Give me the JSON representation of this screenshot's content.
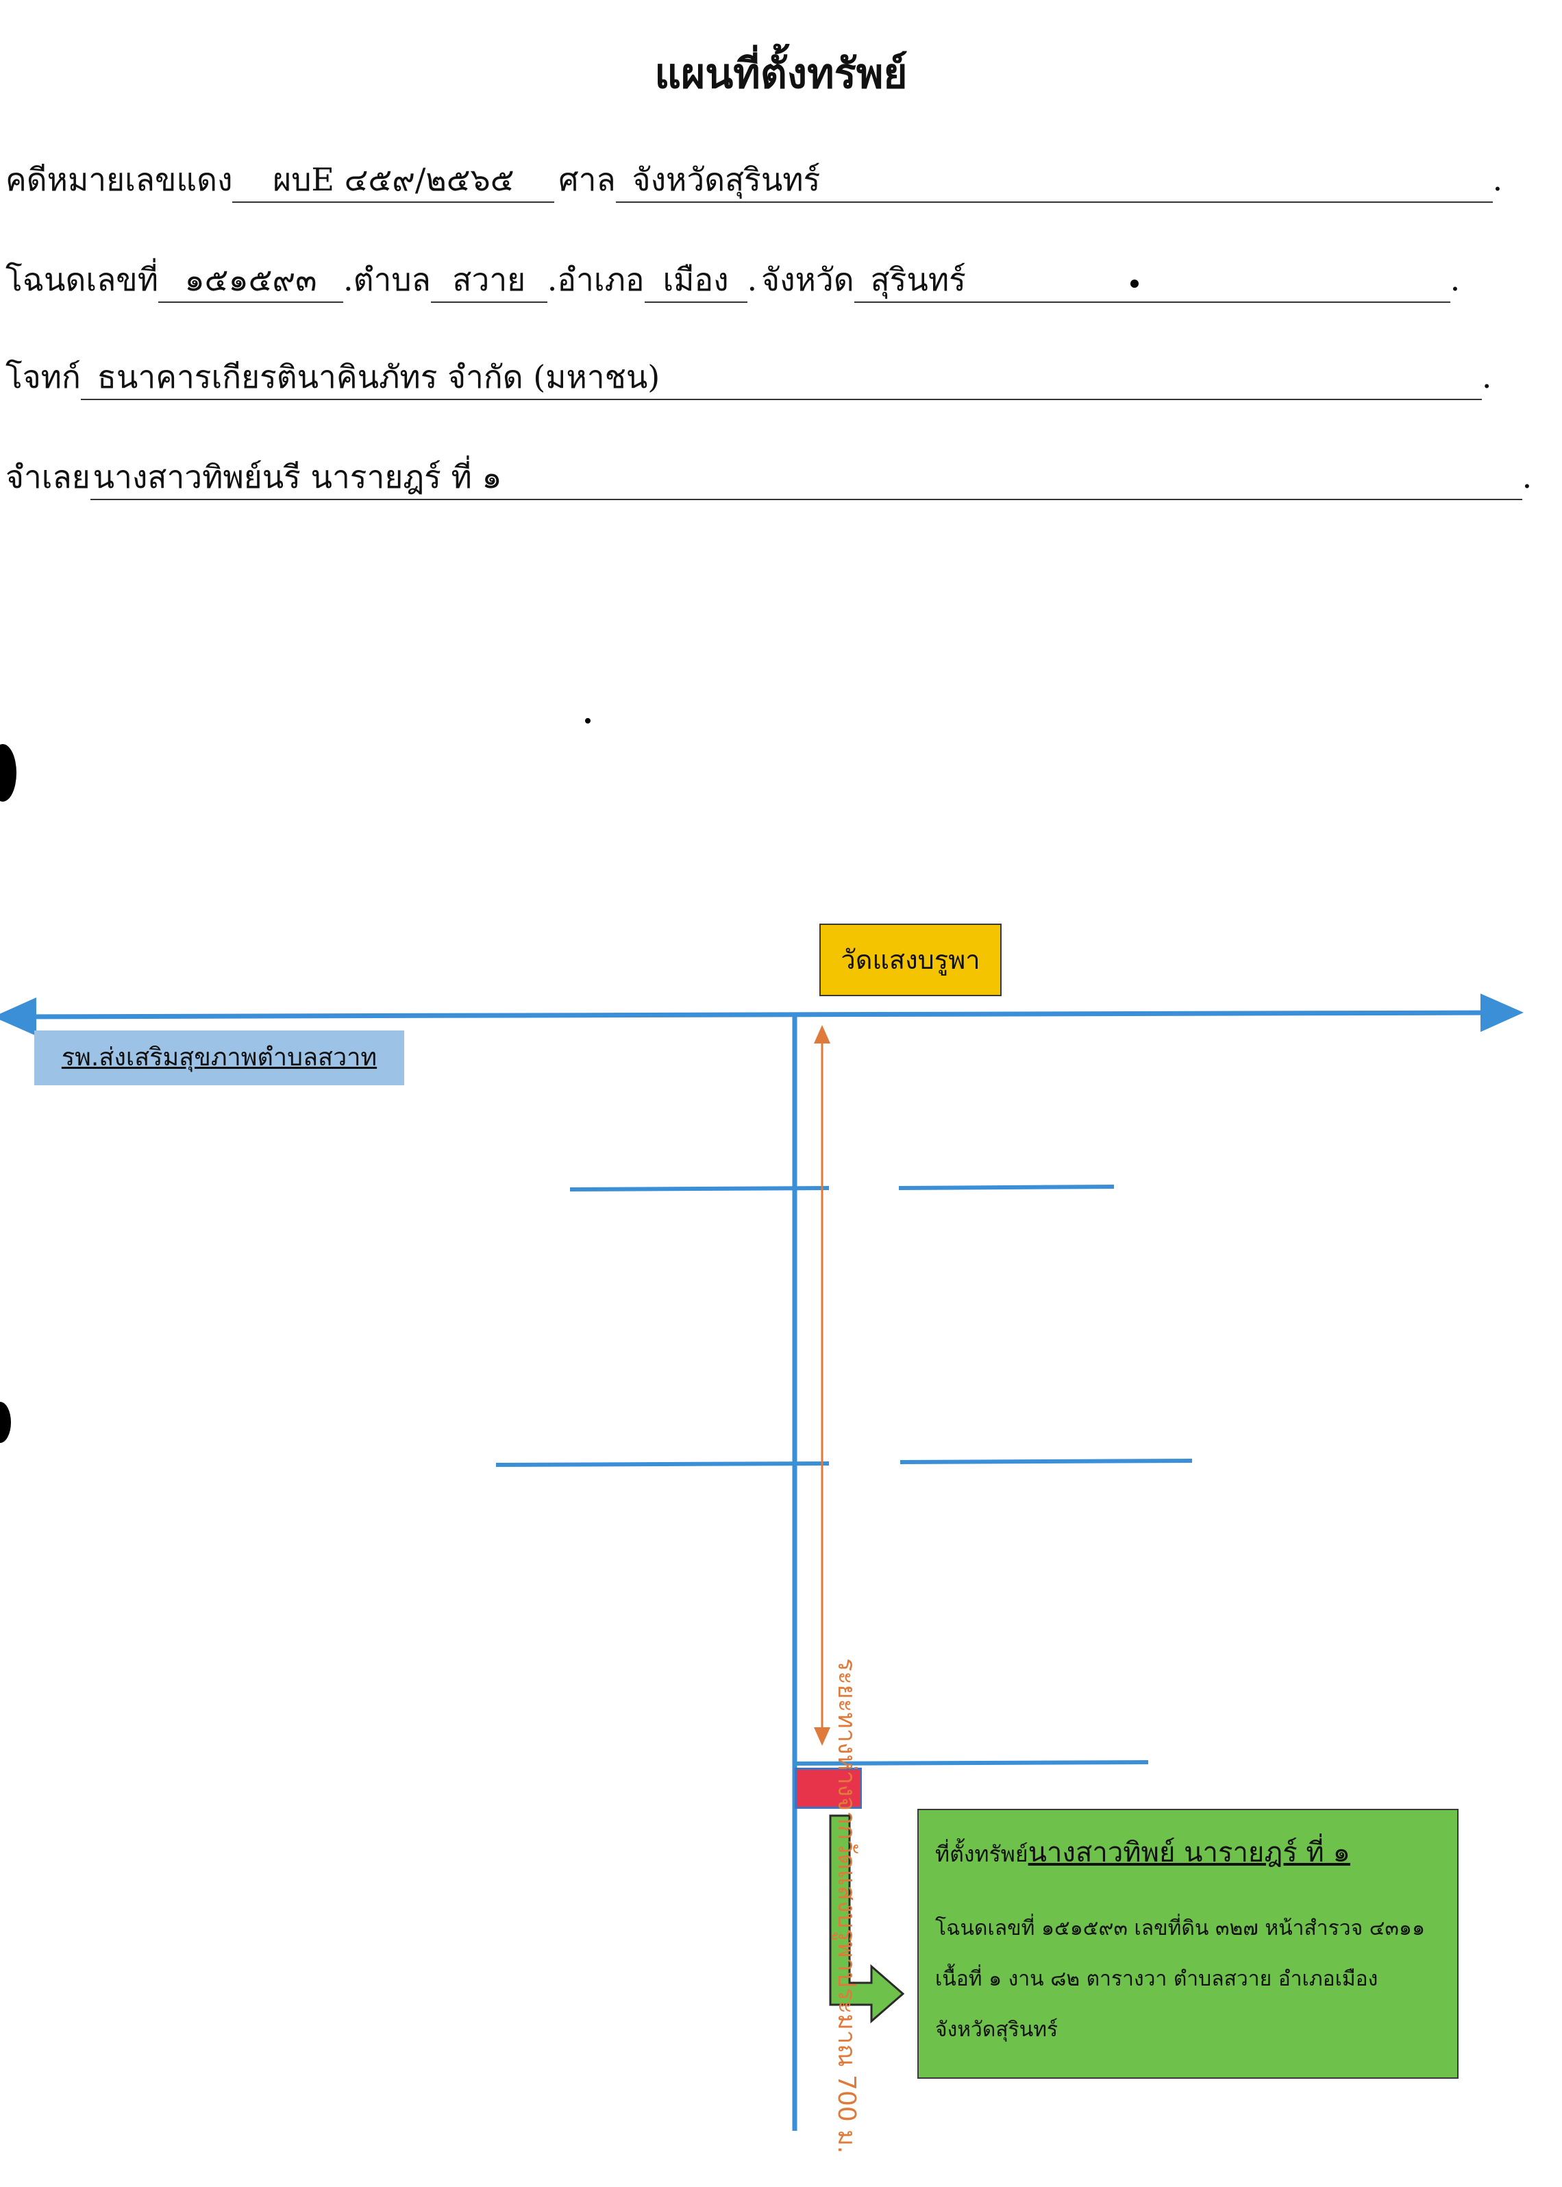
{
  "title": "แผนที่ตั้งทรัพย์",
  "case": {
    "case_label": "คดีหมายเลขแดง",
    "case_number": "ผบE ๔๕๙/๒๕๖๕",
    "court_label": "ศาล",
    "court": "จังหวัดสุรินทร์"
  },
  "deed": {
    "deed_label": "โฉนดเลขที่",
    "deed_number": "๑๕๑๕๙๓",
    "subdistrict_label": "ตำบล",
    "subdistrict": "สวาย",
    "district_label": "อำเภอ",
    "district": "เมือง",
    "province_label": "จังหวัด",
    "province": "สุรินทร์"
  },
  "plaintiff": {
    "label": "โจทก์",
    "value": "ธนาคารเกียรตินาคินภัทร จำกัด (มหาชน)"
  },
  "defendant": {
    "label": "จำเลย",
    "value": "นางสาวทิพย์นรี นารายฎร์ ที่ ๑"
  },
  "map": {
    "temple_label": "วัดแสงบรูพา",
    "hospital_label": "รพ.ส่งเสริมสุขภาพตำบลสวาท",
    "distance_label": "ระยะทางห่างจากวัดแสงบรูพาประมาณ 700 ม.",
    "property": {
      "heading_prefix": "ที่ตั้งทรัพย์",
      "owner": "นางสาวทิพย์ นารายฎร์ ที่ ๑",
      "details": "โฉนดเลขที่ ๑๕๑๕๙๓ เลขที่ดิน ๓๒๗ หน้าสำรวจ ๔๓๑๑ เนื้อที่ ๑ งาน ๘๒ ตารางวา ตำบลสวาย อำเภอเมือง จังหวัดสุรินทร์"
    },
    "colors": {
      "road": "#3a8fd6",
      "distance_arrow": "#e07a3a",
      "temple_box": "#f5c400",
      "hospital_box": "#9cc3e6",
      "property_box": "#6ec14a",
      "property_marker": "#e8344a",
      "pointer_arrow": "#6ec14a"
    }
  }
}
